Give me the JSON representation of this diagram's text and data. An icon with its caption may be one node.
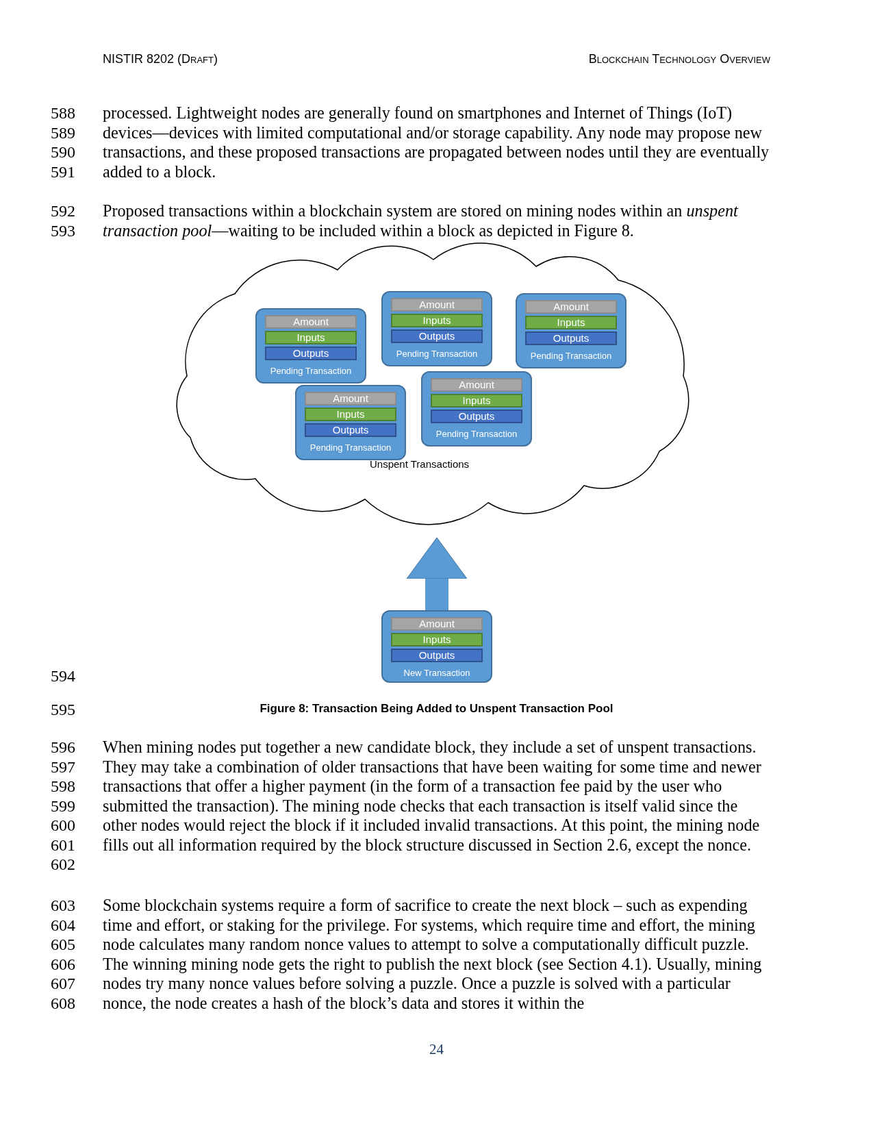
{
  "diagram": {
    "caption": "Figure 8: Transaction Being Added to Unspent Transaction Pool",
    "nodes": [
      {
        "text": [
          "Unspent Transactions"
        ]
      },
      {
        "text": [
          "Amount",
          "Inputs",
          "Outputs",
          "Pending Transaction"
        ],
        "in": 0
      },
      {
        "text": [
          "Amount",
          "Inputs",
          "Outputs",
          "Pending Transaction"
        ],
        "in": 0
      },
      {
        "text": [
          "Amount",
          "Inputs",
          "Outputs",
          "Pending Transaction"
        ],
        "in": 0
      },
      {
        "text": [
          "Amount",
          "Inputs",
          "Outputs",
          "Pending Transaction"
        ],
        "in": 0
      },
      {
        "text": [
          "Amount",
          "Inputs",
          "Outputs",
          "Pending Transaction"
        ],
        "in": 0
      },
      {
        "text": [
          "Amount",
          "Inputs",
          "Outputs",
          "New Transaction"
        ]
      }
    ],
    "edges": [
      {
        "from": 6,
        "to": 0,
        "arrow": "to"
      }
    ],
    "labels": [
      "NISTIR 8202 (Draft)",
      "Blockchain Technology Overview",
      "588",
      "589",
      "590",
      "591",
      "processed. Lightweight nodes are generally found on smartphones and Internet of Things (IoT) devices—devices with limited computational and/or storage capability. Any node may propose new transactions, and these proposed transactions are propagated between nodes until they are eventually added to a block.",
      "592",
      "593",
      "Proposed transactions within a blockchain system are stored on mining nodes within an *unspent transaction pool*—waiting to be included within a block as depicted in Figure 8.",
      "594",
      "595",
      "596",
      "597",
      "598",
      "599",
      "600",
      "601",
      "602",
      "When mining nodes put together a new candidate block, they include a set of unspent transactions. They may take a combination of older transactions that have been waiting for some time and newer transactions that offer a higher payment (in the form of a transaction fee paid by the user who submitted the transaction). The mining node checks that each transaction is itself valid since the other nodes would reject the block if it included invalid transactions. At this point, the mining node fills out all information required by the block structure discussed in Section 2.6, except the nonce.",
      "603",
      "604",
      "605",
      "606",
      "607",
      "608",
      "Some blockchain systems require a form of sacrifice to create the next block – such as expending time and effort, or staking for the privilege. For systems, which require time and effort, the mining node calculates many random nonce values to attempt to solve a computationally difficult puzzle. The winning mining node gets the right to publish the next block (see Section 4.1). Usually, mining nodes try many nonce values before solving a puzzle. Once a puzzle is solved with a particular nonce, the node creates a hash of the block’s data and stores it within the",
      "24"
    ]
  }
}
